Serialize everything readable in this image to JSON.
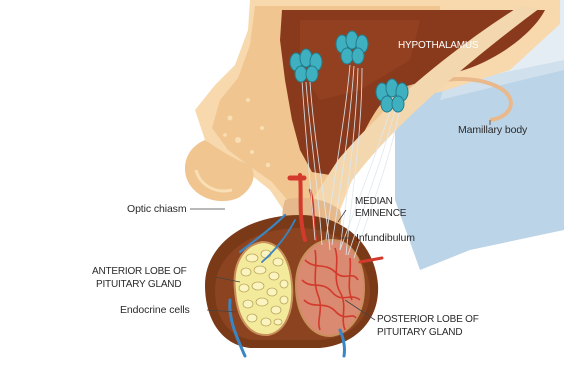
{
  "labels": {
    "hypothalamus": "HYPOTHALAMUS",
    "mamillary_body": "Mamillary body",
    "optic_chiasm": "Optic chiasm",
    "median_eminence_1": "MEDIAN",
    "median_eminence_2": "EMINENCE",
    "infundibulum": "Infundibulum",
    "anterior_lobe_1": "ANTERIOR LOBE OF",
    "anterior_lobe_2": "PITUITARY GLAND",
    "endocrine_cells": "Endocrine cells",
    "posterior_lobe_1": "POSTERIOR LOBE OF",
    "posterior_lobe_2": "PITUITARY GLAND"
  },
  "colors": {
    "hypothalamus_tissue": "#8a3a1c",
    "brain_tan": "#f0c590",
    "skin_light": "#f8d9ad",
    "gland_brown": "#7a3a18",
    "gland_inner": "#c9905c",
    "endocrine_yellow": "#f4ea9c",
    "neuron_teal": "#3fb0c0",
    "vessel_red": "#d33a2c",
    "vessel_blue": "#3a86c4",
    "background_blue": "#bcd4e8"
  }
}
